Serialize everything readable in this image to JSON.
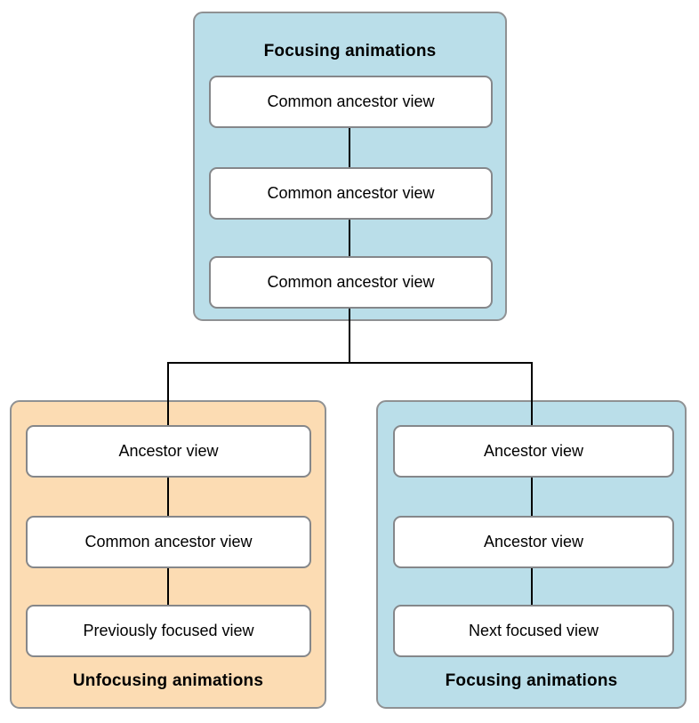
{
  "diagram": {
    "top_group": {
      "title": "Focusing animations",
      "boxes": [
        "Common ancestor view",
        "Common ancestor view",
        "Common ancestor view"
      ]
    },
    "left_group": {
      "title": "Unfocusing animations",
      "boxes": [
        "Ancestor view",
        "Common ancestor view",
        "Previously focused view"
      ]
    },
    "right_group": {
      "title": "Focusing animations",
      "boxes": [
        "Ancestor view",
        "Ancestor view",
        "Next focused view"
      ]
    }
  },
  "colors": {
    "focusing_fill": "#badee9",
    "unfocusing_fill": "#fcdcb3",
    "node_fill": "#ffffff",
    "group_border": "#8f9193",
    "node_border": "#85878a",
    "connector_color": "#000000",
    "text_color": "#000000"
  }
}
